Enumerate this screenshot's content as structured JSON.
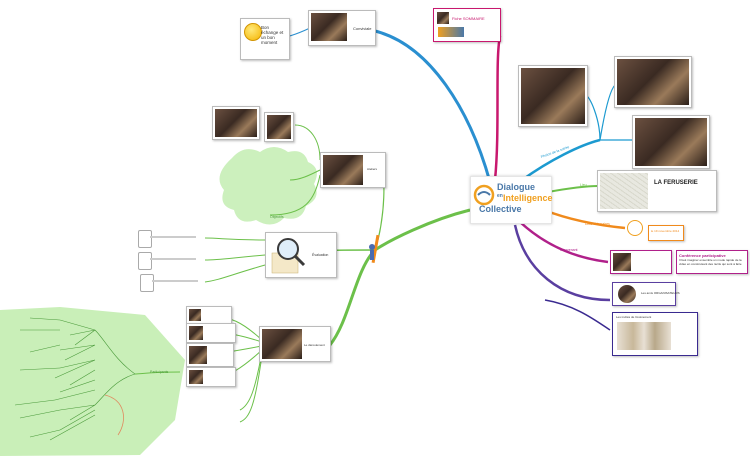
{
  "center": {
    "line1": "Dialogue",
    "line2": "en",
    "line3": "Intelligence",
    "line4": "Collective"
  },
  "top_node": {
    "label": "Bon échange et un bon moment",
    "node_label": "Conviviale"
  },
  "topright_node": {
    "label": "Fiche SOMMAIRE"
  },
  "right_nodes": {
    "photos_label": "Photos de la soirée",
    "lieu_label": "Lieu",
    "lieu_name": "LA FERUSERIE",
    "date_label": "Date et horaires",
    "date_text": "le 19 novembre 2014",
    "intervenant_label": "Intervenant",
    "conference_title": "Conférence participative",
    "conference_text": "Il faut imaginer ensemble un mode rapide de la vidéo en construisant des récits qui sont à faire",
    "organisation_label": "Les amis ORGANISATEURS",
    "invitation_label": "Les invités de l'événement"
  },
  "left_nodes": {
    "objectifs_label": "Objectifs",
    "ateliers_label": "Ateliers",
    "evaluation_label": "Évaluation",
    "deroulement_label": "Le déroulement",
    "participants_label": "Participants"
  },
  "colors": {
    "blue_branch": "#3aa0d8",
    "pink_branch": "#c8186e",
    "green_branch": "#6cc04a",
    "orange_branch": "#f08a1c",
    "purple_branch": "#5a3fa0",
    "magenta_branch": "#b0208a",
    "teal_branch": "#1c9ad0",
    "light_green_area": "#c9efb8"
  }
}
